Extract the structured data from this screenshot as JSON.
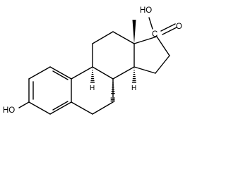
{
  "molecule": {
    "atom_labels": {
      "oh_top": "HO",
      "carbon": "C",
      "oxo": "O",
      "oh_bottom": "HO"
    },
    "stereo_h": {
      "h9": "H",
      "h8": "H",
      "h14": "H"
    }
  }
}
